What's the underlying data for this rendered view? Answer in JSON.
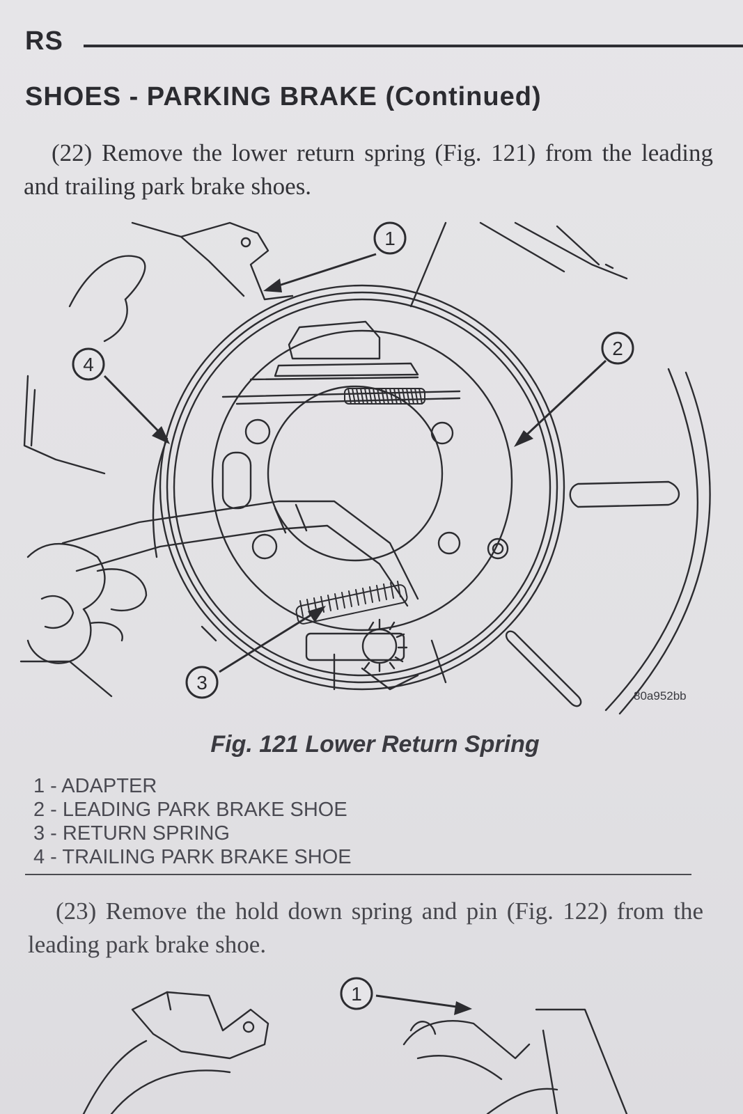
{
  "header": {
    "section_code": "RS",
    "title": "SHOES - PARKING BRAKE",
    "title_suffix": "(Continued)"
  },
  "steps": [
    {
      "text": "(22) Remove the lower return spring (Fig. 121) from the leading and trailing park brake shoes."
    },
    {
      "text": "(23) Remove the hold down spring and pin (Fig. 122) from the leading park brake shoe."
    }
  ],
  "figure": {
    "caption": "Fig. 121 Lower Return Spring",
    "reference_code": "80a952bb",
    "callouts": [
      "1",
      "2",
      "3",
      "4"
    ],
    "legend": [
      "1 - ADAPTER",
      "2 - LEADING PARK BRAKE SHOE",
      "3 - RETURN SPRING",
      "4 - TRAILING PARK BRAKE SHOE"
    ]
  },
  "figure2": {
    "callouts": [
      "1"
    ]
  }
}
